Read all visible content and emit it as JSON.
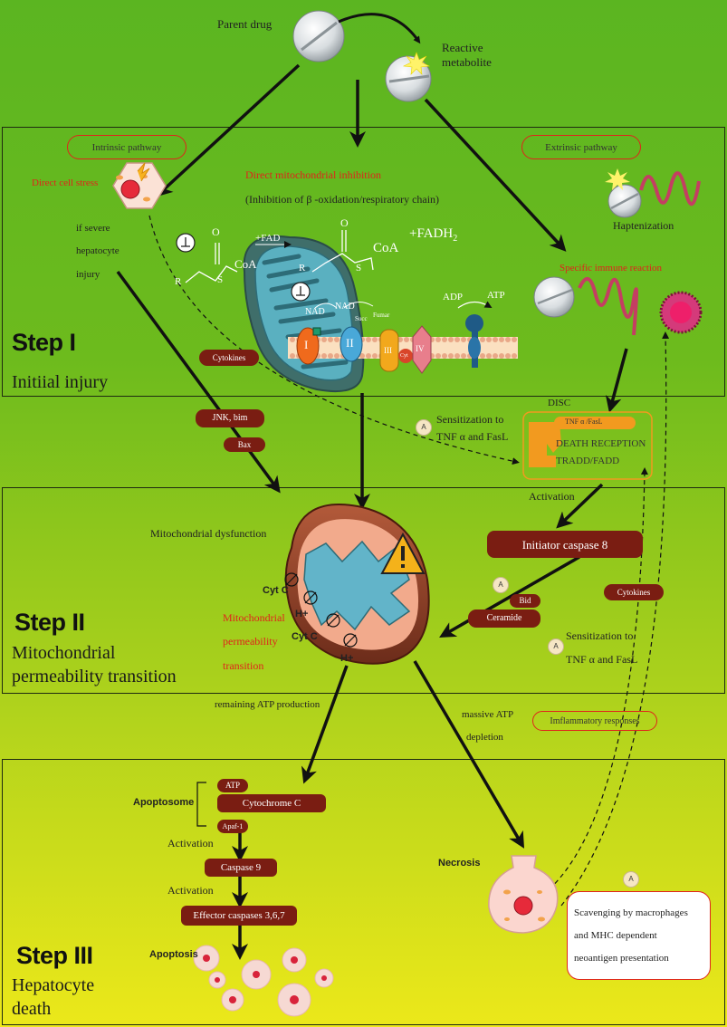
{
  "top": {
    "parent_drug": "Parent drug",
    "reactive_metabolite_1": "Reactive",
    "reactive_metabolite_2": "metabolite"
  },
  "step1": {
    "intrinsic": "Intrinsic pathway",
    "extrinsic": "Extrinsic pathway",
    "direct_cell_stress": "Direct cell stress",
    "severe_1": "if severe",
    "severe_2": "hepatocyte",
    "severe_3": "injury",
    "direct_mito": "Direct mitochondrial inhibition",
    "inhibition_beta": "(Inhibition of   β -oxidation/respiratory chain)",
    "haptenization": "Haptenization",
    "specific_immune": "Specific immune reaction",
    "fad": "+FAD",
    "fadh2": "+FADH",
    "fadh2_sub": "2",
    "coa_1": "CoA",
    "coa_2": "CoA",
    "r_1": "R",
    "r_2": "R",
    "s_1": "S",
    "s_2": "S",
    "o_1": "O",
    "o_2": "O",
    "nad_1": "NAD",
    "nad_2": "NAD",
    "succ": "Succ",
    "fumar": "Fumar",
    "adp": "ADP",
    "atp": "ATP",
    "complex_1": "I",
    "complex_2": "II",
    "complex_3": "III",
    "complex_4": "IV",
    "cyt": "Cyt",
    "cytokines": "Cytokines",
    "step_label": "Step I",
    "step_sub": "Initiial injury"
  },
  "between12": {
    "jnk": "JNK, bim",
    "bax": "Bax",
    "disc": "DISC",
    "sens_1": "Sensitization to",
    "sens_2": "TNF α and FasL",
    "tnf_fasl": "TNF α /FasL",
    "death_reception": "DEATH RECEPTION",
    "tradd": "TRADD/FADD",
    "a": "A"
  },
  "step2": {
    "activation": "Activation",
    "mito_dys": "Mitochondrial dysfunction",
    "initiator": "Initiator caspase 8",
    "bid": "Bid",
    "ceramide": "Ceramide",
    "cytokines": "Cytokines",
    "sens_1": "Sensitization to",
    "sens_2": "TNF α and FasL",
    "mpt_1": "Mitochondrial",
    "mpt_2": "permeability",
    "mpt_3": "transition",
    "cytc": "Cyt C",
    "hplus": "H+",
    "a": "A",
    "step_label": "Step II",
    "step_sub_1": "Mitochondrial",
    "step_sub_2": "permeability transition"
  },
  "between23": {
    "remaining_atp": "remaining ATP production",
    "massive_1": "massive ATP",
    "massive_2": "depletion",
    "inflammatory": "Imflammatory responses"
  },
  "step3": {
    "apoptosome": "Apoptosome",
    "atp": "ATP",
    "cytochrome": "Cytochrome  C",
    "apaf": "Apaf-1",
    "activation_1": "Activation",
    "caspase9": "Caspase 9",
    "activation_2": "Activation",
    "effector": "Effector caspases 3,6,7",
    "apoptosis": "Apoptosis",
    "necrosis": "Necrosis",
    "a": "A",
    "scav_1": "Scavenging by macrophages",
    "scav_2": "and MHC dependent",
    "scav_3": "neoantigen presentation",
    "step_label": "Step III",
    "step_sub_1": "Hepatocyte",
    "step_sub_2": "death"
  },
  "colors": {
    "background_top": "#5bb521",
    "background_bottom": "#ece81a",
    "pill": "#7a1d12",
    "label_red": "#e0241b",
    "complex_1": "#f06a1c",
    "complex_2": "#49a8d8",
    "complex_3": "#f2a81c",
    "complex_4": "#e87e8c"
  }
}
